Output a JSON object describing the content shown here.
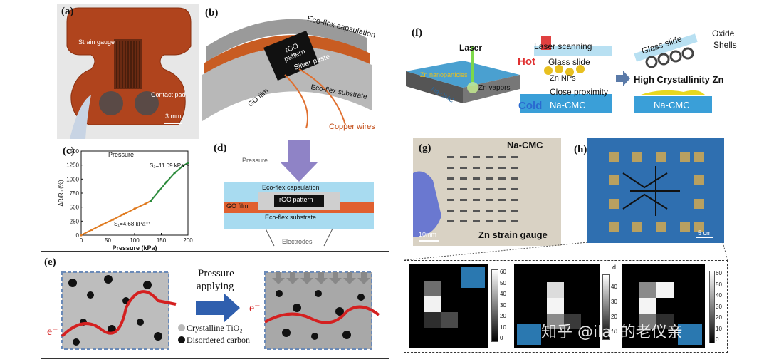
{
  "panels": {
    "a": {
      "label": "(a)",
      "strain_gauge": "Strain gauge",
      "contact_pad": "Contact pad",
      "scale": "3 mm"
    },
    "b": {
      "label": "(b)",
      "capsulation": "Eco-flex capsulation",
      "pattern": "rGO pattern",
      "silver": "Silver paste",
      "go_film": "GO film",
      "substrate": "Eco-flex substrate",
      "wires": "Copper wires"
    },
    "c": {
      "label": "(c)",
      "pressure": "Pressure",
      "s2": "S₂=11.09 kPa⁻¹",
      "s1": "S₁=4.68 kPa⁻¹"
    },
    "d": {
      "label": "(d)",
      "pressure": "Pressure",
      "capsulation": "Eco-flex capsulation",
      "pattern": "rGO pattern",
      "go_film": "GO film",
      "substrate": "Eco-flex substrate",
      "electrodes": "Electrodes"
    },
    "e": {
      "label": "(e)",
      "arrow_text_1": "Pressure",
      "arrow_text_2": "applying",
      "e_left": "e⁻",
      "e_right": "e⁻",
      "legend_1": "Crystalline TiO₂",
      "legend_2": "Disordered carbon"
    },
    "f": {
      "label": "(f)",
      "laser": "Laser",
      "zn_np": "Zn nanoparticles",
      "na_cmc_side": "Na-CMC",
      "zn_vapors": "Zn vapors",
      "laser_scanning": "Laser scanning",
      "hot": "Hot",
      "glass_slide": "Glass slide",
      "zn_nps": "Zn NPs",
      "close_proximity": "Close proximity",
      "cold": "Cold",
      "na_cmc_1": "Na-CMC",
      "glass_slide_2": "Glass slide",
      "oxide_shells": "Oxide",
      "shells": "Shells",
      "high_cryst": "High Crystallinity Zn",
      "na_cmc_2": "Na-CMC"
    },
    "g": {
      "label": "(g)",
      "na_cmc": "Na-CMC",
      "zn_gauge": "Zn strain gauge",
      "scale": "10mm"
    },
    "h": {
      "label": "(h)",
      "scale": "5 cm"
    },
    "maps": {
      "map1_ticks": [
        "60",
        "50",
        "40",
        "30",
        "20",
        "10",
        "0"
      ],
      "map2_unit": "d",
      "map2_ticks": [
        "40",
        "30",
        "20",
        "10"
      ],
      "map3_ticks": [
        "60",
        "50",
        "40",
        "30",
        "20",
        "10",
        "0"
      ]
    },
    "watermark": "知乎 @ilac的老仪亲"
  },
  "chart_data": {
    "type": "line",
    "title": "",
    "xlabel": "Pressure (kPa)",
    "ylabel": "ΔR/R₀ (%)",
    "xlim": [
      0,
      200
    ],
    "ylim": [
      0,
      1500
    ],
    "xticks": [
      "0",
      "50",
      "100",
      "150",
      "200"
    ],
    "yticks": [
      "0",
      "250",
      "500",
      "750",
      "1000",
      "1250",
      "1500"
    ],
    "series": [
      {
        "name": "",
        "color": "#e07b20",
        "x": [
          0,
          20,
          40,
          60,
          80,
          100,
          120,
          130
        ],
        "y": [
          0,
          95,
          190,
          280,
          375,
          470,
          560,
          610
        ]
      },
      {
        "name": "",
        "color": "#2a8a3a",
        "x": [
          130,
          145,
          160,
          175,
          190,
          200
        ],
        "y": [
          610,
          780,
          950,
          1110,
          1230,
          1290
        ]
      }
    ]
  }
}
